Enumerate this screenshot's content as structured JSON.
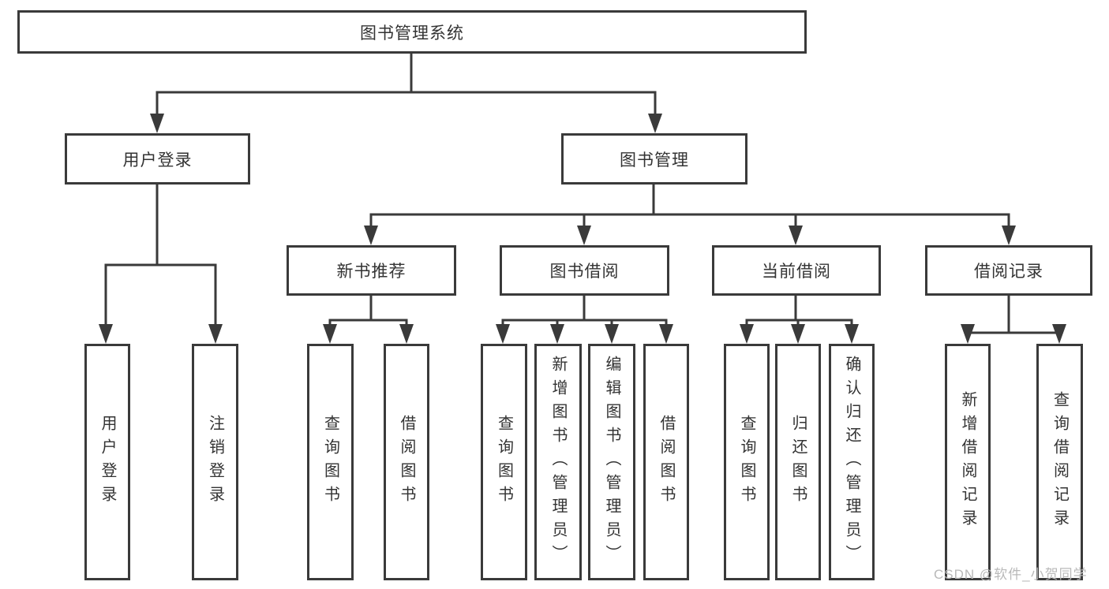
{
  "page": {
    "background": "#ffffff",
    "line_color": "#3a3a3a",
    "text_color": "#333333",
    "watermark_color": "#b9b9b9"
  },
  "diagram": {
    "root": {
      "label": "图书管理系统"
    },
    "branches": [
      {
        "label": "用户登录",
        "children": [
          {
            "label": "用户登录"
          },
          {
            "label": "注销登录"
          }
        ]
      },
      {
        "label": "图书管理",
        "children": [
          {
            "label": "新书推荐",
            "children": [
              {
                "label": "查询图书"
              },
              {
                "label": "借阅图书"
              }
            ]
          },
          {
            "label": "图书借阅",
            "children": [
              {
                "label": "查询图书"
              },
              {
                "label": "新增图书（管理员）"
              },
              {
                "label": "编辑图书（管理员）"
              },
              {
                "label": "借阅图书"
              }
            ]
          },
          {
            "label": "当前借阅",
            "children": [
              {
                "label": "查询图书"
              },
              {
                "label": "归还图书"
              },
              {
                "label": "确认归还（管理员）"
              }
            ]
          },
          {
            "label": "借阅记录",
            "children": [
              {
                "label": "新增借阅记录"
              },
              {
                "label": "查询借阅记录"
              }
            ]
          }
        ]
      }
    ]
  },
  "watermark": {
    "text": "CSDN @软件_小贺同学"
  }
}
